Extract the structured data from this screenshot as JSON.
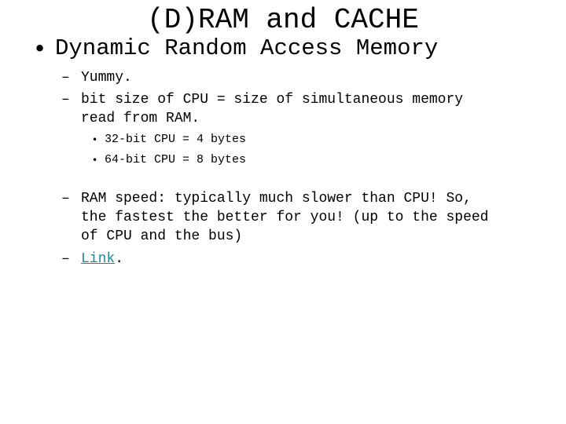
{
  "slide": {
    "title": "(D)RAM and CACHE",
    "heading_bullet": "•",
    "heading": "Dynamic Random Access Memory",
    "items": [
      {
        "dash": "–",
        "lines": [
          "Yummy."
        ]
      },
      {
        "dash": "–",
        "lines": [
          "bit size of CPU = size of simultaneous memory",
          "read from RAM."
        ]
      },
      {
        "dash": "–",
        "lines": [
          "RAM speed: typically much slower than CPU! So,",
          "the fastest the better for you! (up to the speed",
          "of CPU and the bus)"
        ]
      },
      {
        "dash": "–",
        "link_text": "Link",
        "after_link": "."
      }
    ],
    "subitems": [
      {
        "dot": "•",
        "text": "32-bit CPU = 4 bytes"
      },
      {
        "dot": "•",
        "text": "64-bit CPU = 8 bytes"
      }
    ]
  }
}
